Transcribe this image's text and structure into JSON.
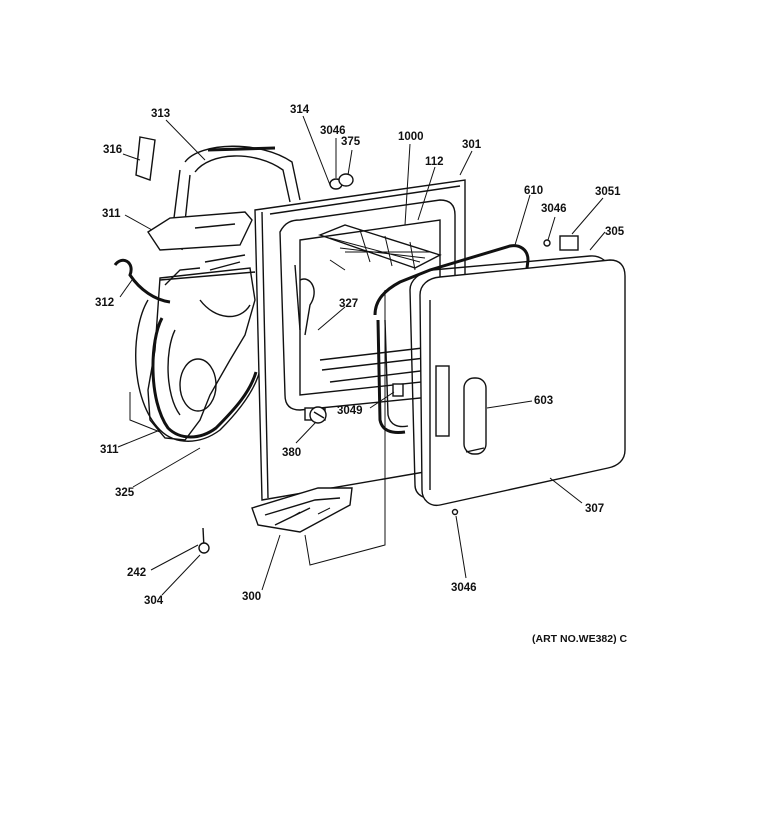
{
  "part_labels": {
    "p313": "313",
    "p316": "316",
    "p311a": "311",
    "p312": "312",
    "p311b": "311",
    "p325": "325",
    "p314": "314",
    "p3046a": "3046",
    "p375": "375",
    "p1000": "1000",
    "p112": "112",
    "p301": "301",
    "p327": "327",
    "p610": "610",
    "p3046b": "3046",
    "p3051": "3051",
    "p305": "305",
    "p603": "603",
    "p3049": "3049",
    "p380": "380",
    "p307": "307",
    "p242": "242",
    "p304": "304",
    "p300": "300",
    "p3046c": "3046"
  },
  "art_number": "(ART NO.WE382) C"
}
